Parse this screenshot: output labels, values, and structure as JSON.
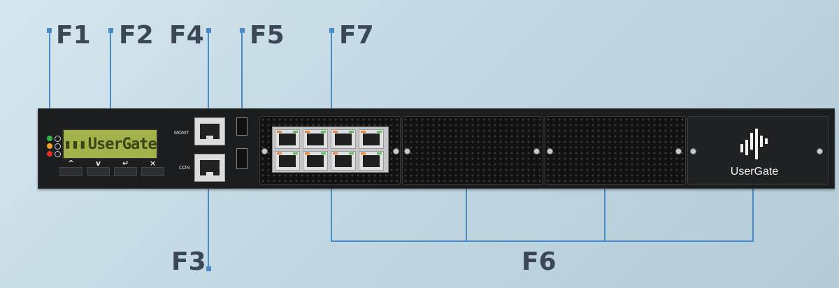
{
  "callouts": {
    "f1": "F1",
    "f2": "F2",
    "f3": "F3",
    "f4": "F4",
    "f5": "F5",
    "f6": "F6",
    "f7": "F7"
  },
  "device": {
    "lcd_text": "UserGate",
    "mgmt_label": "MGMT",
    "con_label": "CON",
    "brand_name": "UserGate",
    "keys": [
      "^",
      "v",
      "↵",
      "×"
    ],
    "ethernet_port_count": 8
  },
  "colors": {
    "callout_text": "#3b4656",
    "leader_line": "#4a8bc5",
    "lcd_background": "#a3b24a",
    "chassis": "#1c1d1f",
    "led_green": "#37b34a",
    "led_amber": "#f0a020",
    "led_red": "#e0312b"
  },
  "icons": {
    "brand_logo": "usergate-soundbars-logo",
    "enter_key": "enter-arrow-icon",
    "close_key": "x-icon"
  }
}
